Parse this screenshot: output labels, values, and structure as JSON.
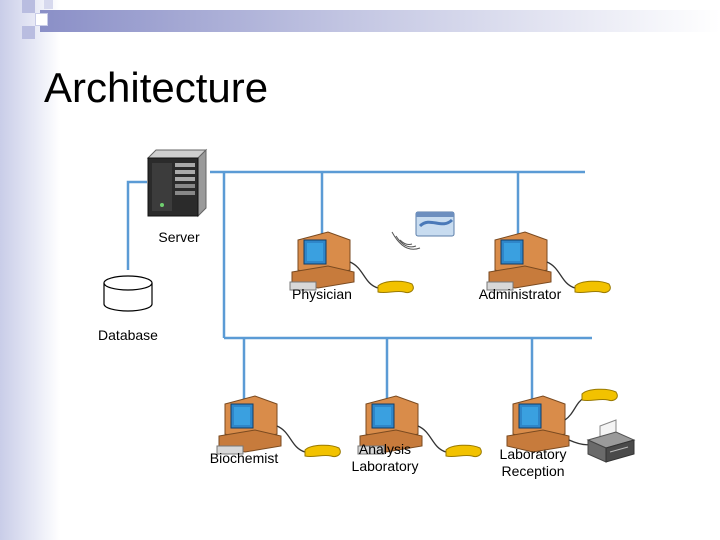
{
  "slide": {
    "title": "Architecture"
  },
  "nodes": {
    "server": "Server",
    "database": "Database",
    "physician": "Physician",
    "administrator": "Administrator",
    "biochemist": "Biochemist",
    "analysis_laboratory": "Analysis\nLaboratory",
    "laboratory_reception": "Laboratory\nReception"
  },
  "colors": {
    "network_line": "#5b9bd5",
    "title_bar": "#8a8fc7",
    "monitor_screen": "#2f86c9",
    "monitor_body": "#d98c4a",
    "mouse": "#f2c200"
  }
}
